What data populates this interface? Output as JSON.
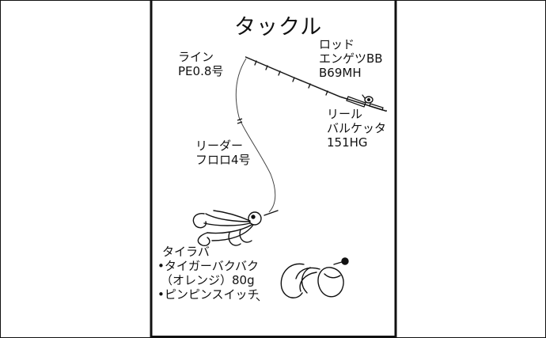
{
  "title": "タックル",
  "rod": {
    "label": "ロッド",
    "model_line1": "エンゲツBB",
    "model_line2": "B69MH"
  },
  "line": {
    "label": "ライン",
    "spec": "PE0.8号"
  },
  "reel": {
    "label": "リール",
    "model_line1": "バルケッタ",
    "model_line2": "151HG"
  },
  "leader": {
    "label": "リーダー",
    "spec": "フロロ4号"
  },
  "lure": {
    "label": "タイラバ",
    "item1": "•タイガーバクバク",
    "item1_detail": "（オレンジ）80g",
    "item2": "•ピンピンスイッチ"
  },
  "colors": {
    "ink": "#111111",
    "background": "#ffffff"
  }
}
